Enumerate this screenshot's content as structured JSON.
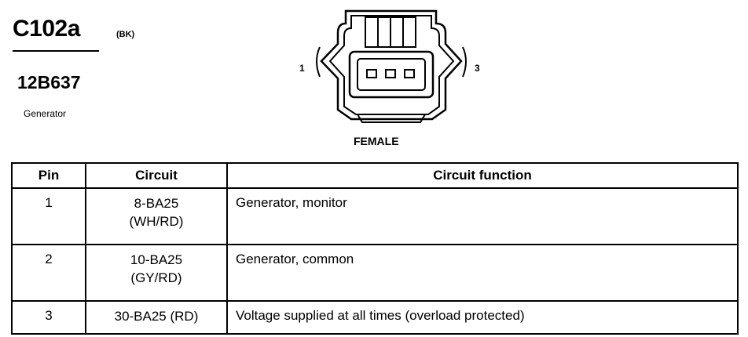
{
  "connector": {
    "id": "C102a",
    "color_code": "(BK)",
    "part_number": "12B637",
    "description": "Generator",
    "pin_left_label": "1",
    "pin_right_label": "3",
    "gender": "FEMALE"
  },
  "table": {
    "headers": {
      "pin": "Pin",
      "circuit": "Circuit",
      "function": "Circuit function"
    },
    "rows": [
      {
        "pin": "1",
        "circuit_line1": "8-BA25",
        "circuit_line2": "(WH/RD)",
        "function": "Generator, monitor"
      },
      {
        "pin": "2",
        "circuit_line1": "10-BA25",
        "circuit_line2": "(GY/RD)",
        "function": "Generator, common"
      },
      {
        "pin": "3",
        "circuit_line1": "30-BA25 (RD)",
        "circuit_line2": "",
        "function": "Voltage supplied at all times (overload protected)"
      }
    ]
  }
}
